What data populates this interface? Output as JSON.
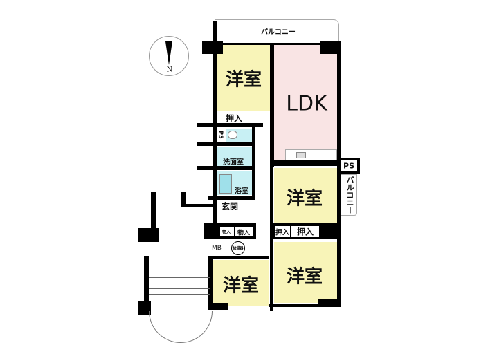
{
  "compass": {
    "label": "N"
  },
  "rooms": {
    "balcony_top": "バルコニー",
    "western_room_1": "洋室",
    "ldk": "LDK",
    "closet_1": "押入",
    "ps_1": "PS",
    "washroom": "洗面室",
    "bathroom": "浴室",
    "entrance": "玄関",
    "storage_small": "物入",
    "storage": "物入",
    "mb": "MB",
    "water_heater": "給湯器",
    "ps_2": "PS",
    "balcony_right": "バルコニー",
    "western_room_2": "洋室",
    "closet_2": "押入",
    "closet_3": "押入",
    "western_room_3": "洋室",
    "western_room_4": "洋室"
  },
  "colors": {
    "western": "#f8f4b8",
    "ldk": "#f9e4e4",
    "wet": "#c8f0f4"
  }
}
